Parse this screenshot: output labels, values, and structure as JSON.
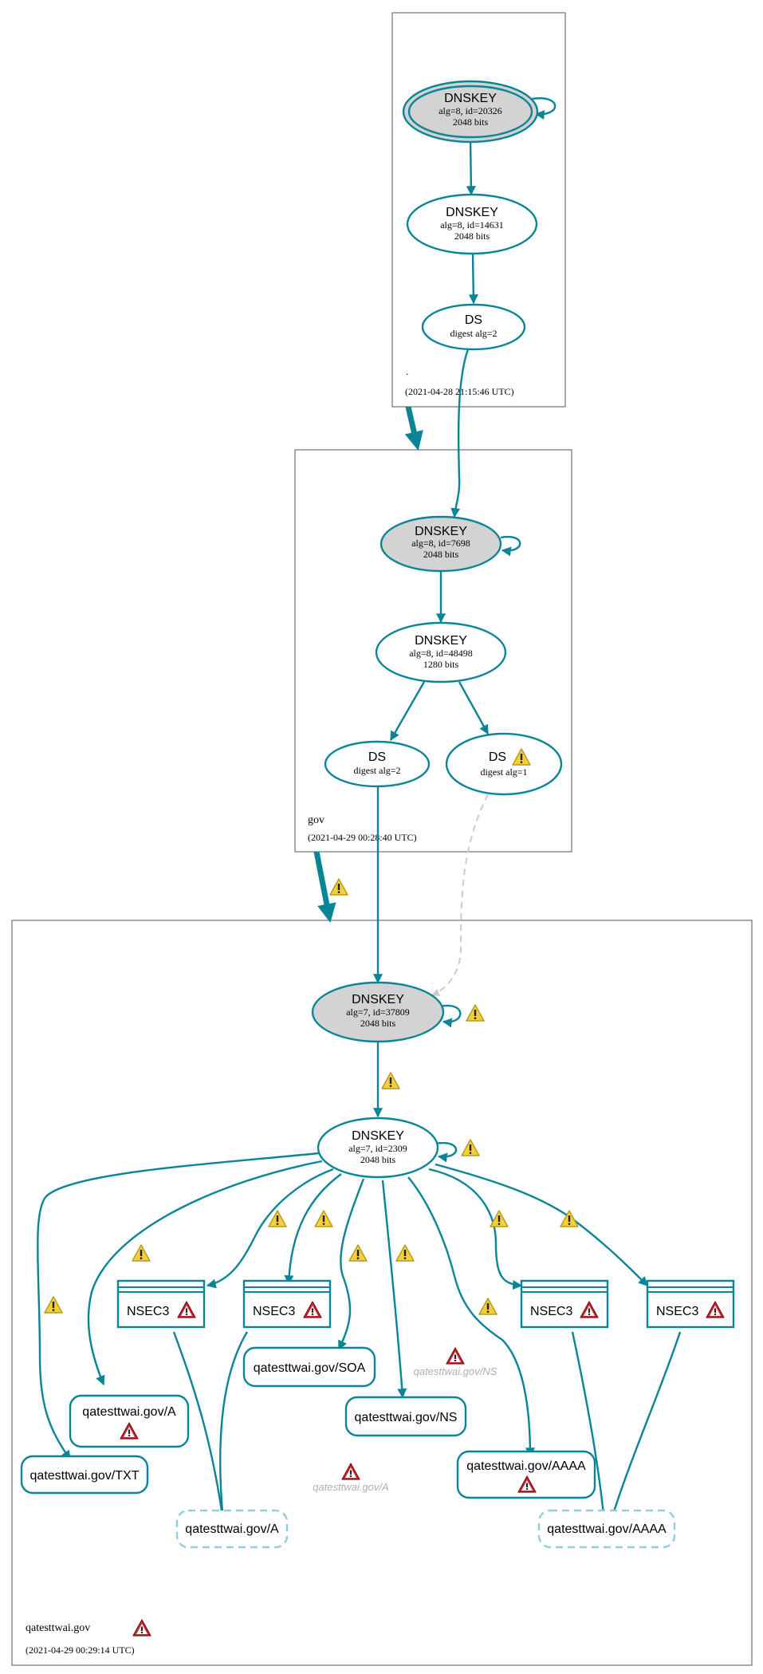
{
  "colors": {
    "edge": "#0a8596",
    "ksk_fill": "#d3d3d3",
    "zone_border": "#555555",
    "warning": "#f5cf3a",
    "error": "#c8262e",
    "dashed_edge": "#cccccc"
  },
  "zones": {
    "root": {
      "name": ".",
      "timestamp": "(2021-04-28 21:15:46 UTC)"
    },
    "gov": {
      "name": "gov",
      "timestamp": "(2021-04-29 00:28:40 UTC)"
    },
    "qatesttwai": {
      "name": "qatesttwai.gov",
      "timestamp": "(2021-04-29 00:29:14 UTC)"
    }
  },
  "nodes": {
    "root_ksk": {
      "title": "DNSKEY",
      "line1": "alg=8, id=20326",
      "line2": "2048 bits"
    },
    "root_zsk": {
      "title": "DNSKEY",
      "line1": "alg=8, id=14631",
      "line2": "2048 bits"
    },
    "root_ds": {
      "title": "DS",
      "line1": "digest alg=2"
    },
    "gov_ksk": {
      "title": "DNSKEY",
      "line1": "alg=8, id=7698",
      "line2": "2048 bits"
    },
    "gov_zsk": {
      "title": "DNSKEY",
      "line1": "alg=8, id=48498",
      "line2": "1280 bits"
    },
    "gov_ds2": {
      "title": "DS",
      "line1": "digest alg=2"
    },
    "gov_ds1": {
      "title": "DS",
      "line1": "digest alg=1"
    },
    "qa_ksk": {
      "title": "DNSKEY",
      "line1": "alg=7, id=37809",
      "line2": "2048 bits"
    },
    "qa_zsk": {
      "title": "DNSKEY",
      "line1": "alg=7, id=2309",
      "line2": "2048 bits"
    }
  },
  "rrsets": {
    "nsec3": "NSEC3",
    "a": "qatesttwai.gov/A",
    "txt": "qatesttwai.gov/TXT",
    "soa": "qatesttwai.gov/SOA",
    "ns": "qatesttwai.gov/NS",
    "aaaa": "qatesttwai.gov/AAAA",
    "a_missing": "qatesttwai.gov/A",
    "aaaa_missing": "qatesttwai.gov/AAAA",
    "ghost_ns": "qatesttwai.gov/NS",
    "ghost_a": "qatesttwai.gov/A"
  }
}
